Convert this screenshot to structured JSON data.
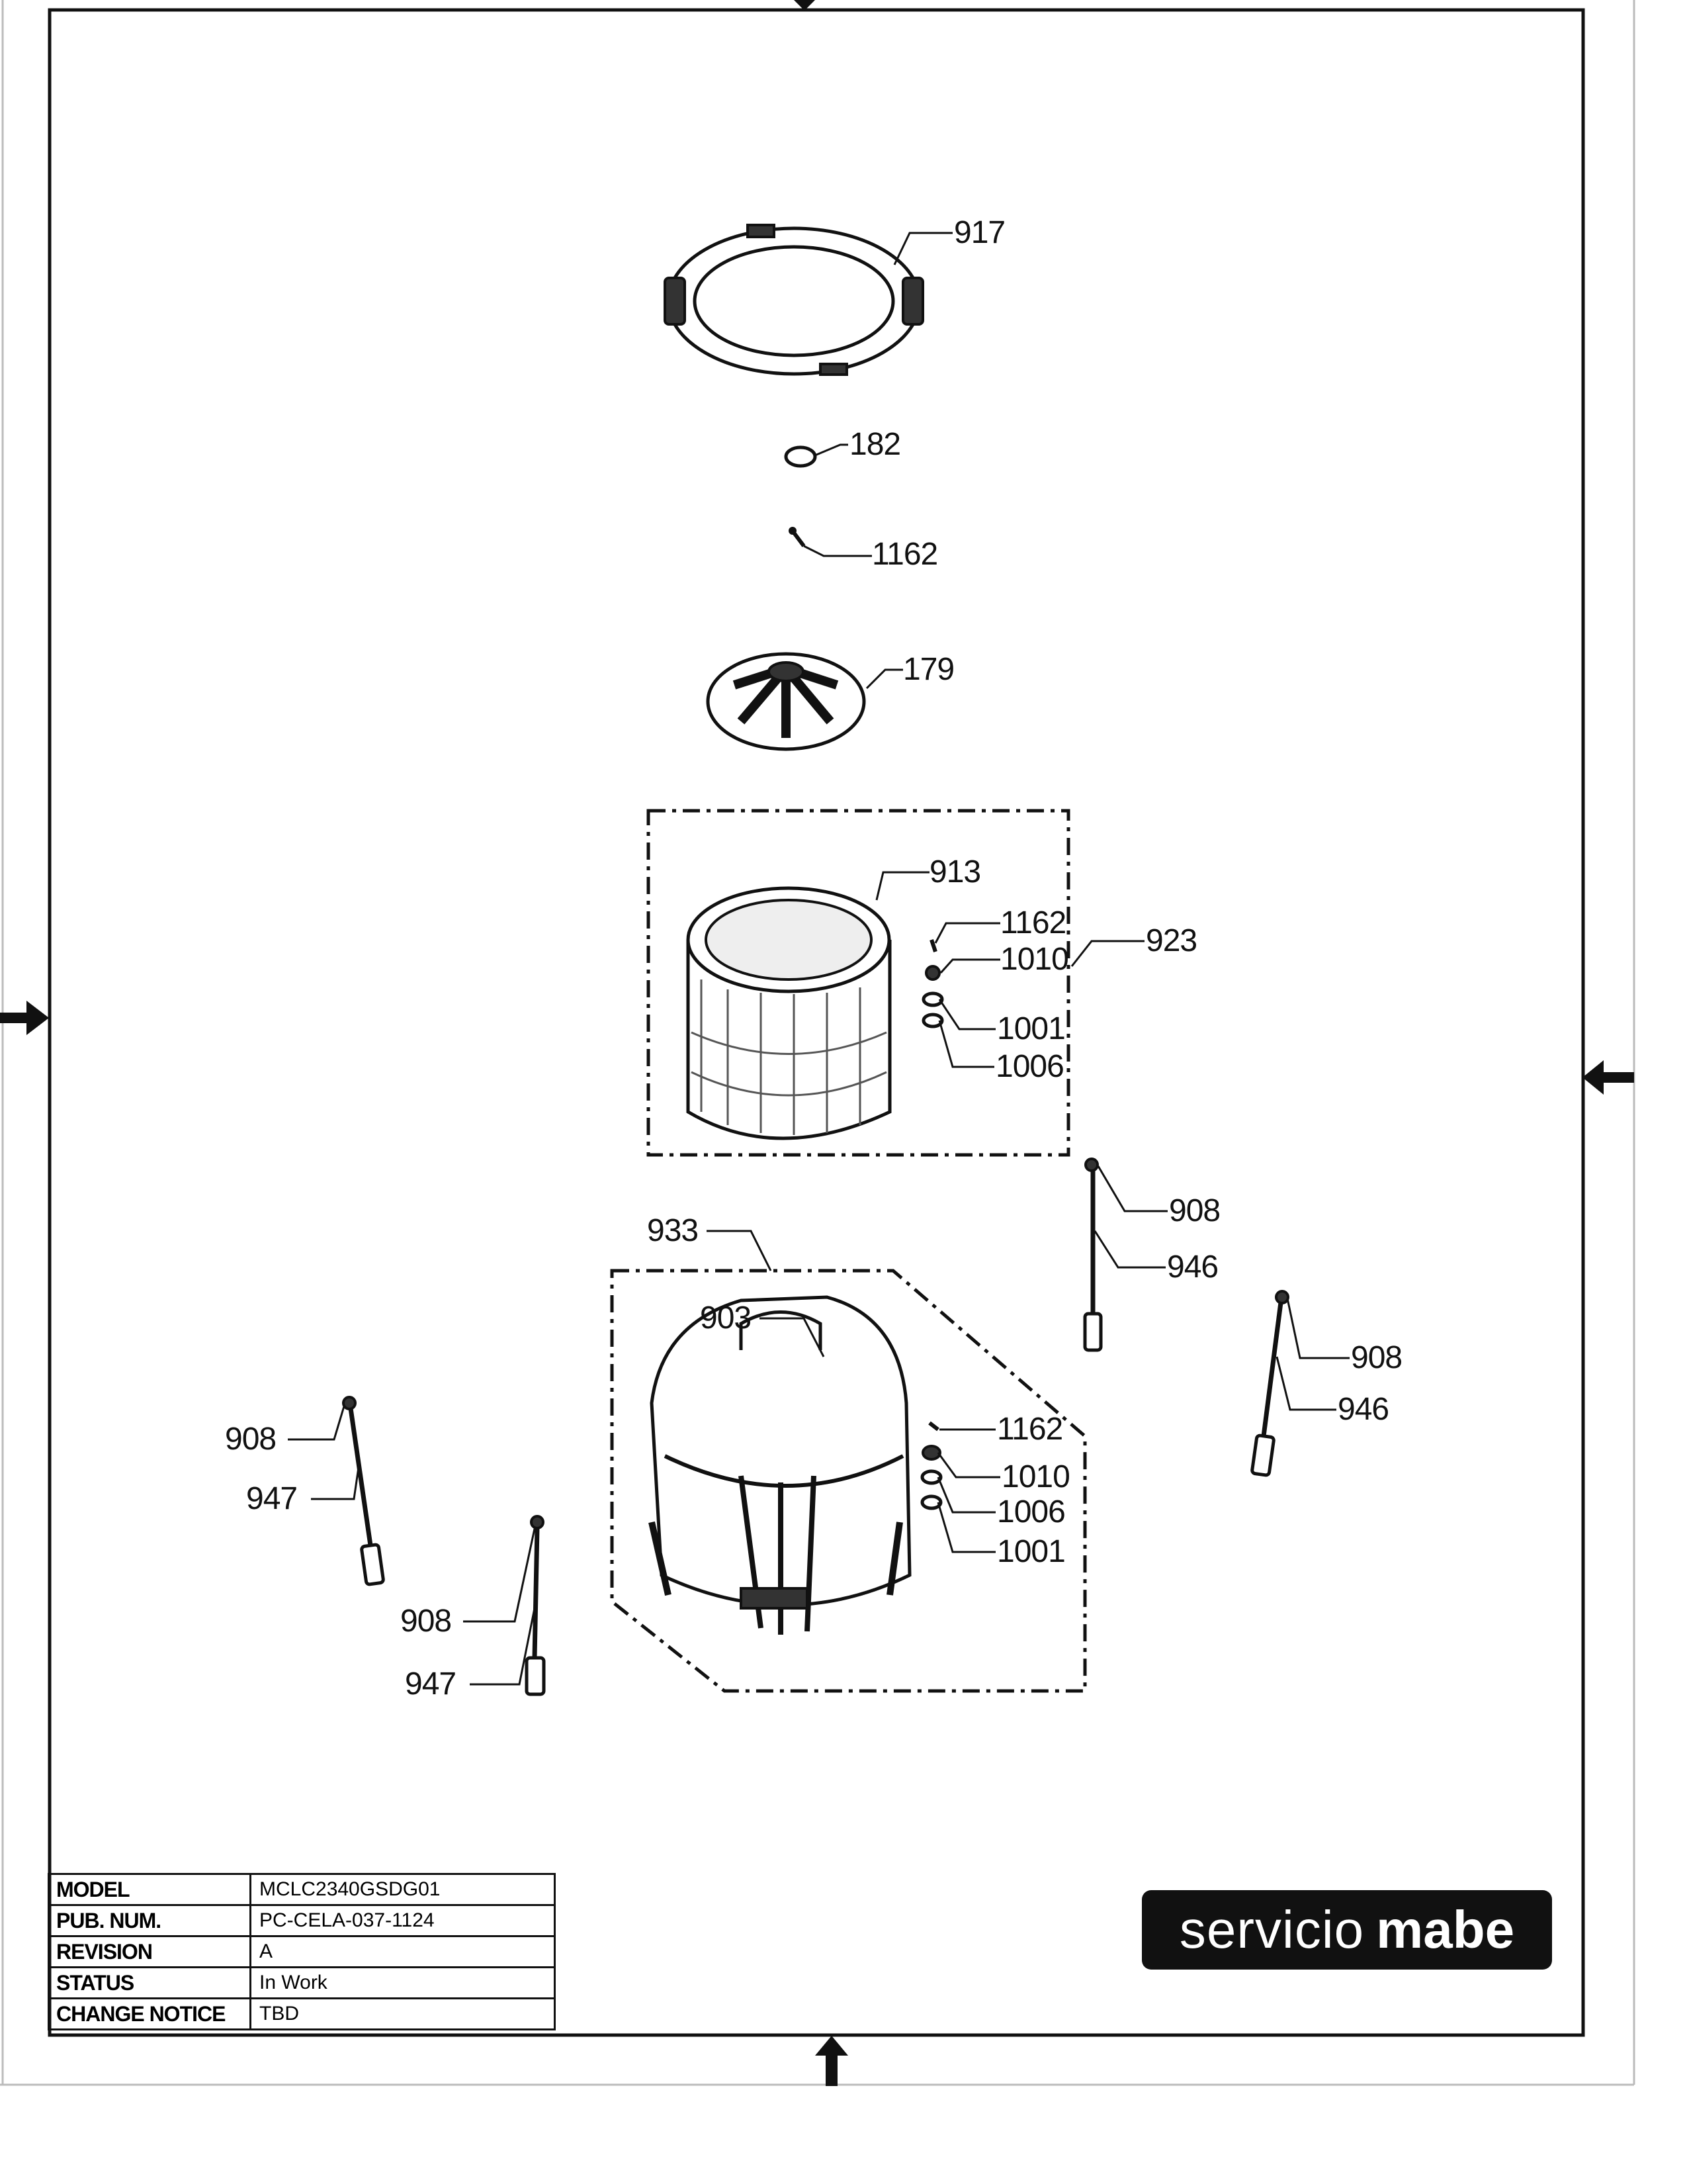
{
  "callouts": {
    "c917": "917",
    "c182": "182",
    "c1162a": "1162",
    "c179": "179",
    "c913": "913",
    "c1162b": "1162",
    "c1010a": "1010",
    "c923": "923",
    "c1001a": "1001",
    "c1006a": "1006",
    "c908a": "908",
    "c946a": "946",
    "c933": "933",
    "c903": "903",
    "c908b": "908",
    "c946b": "946",
    "c1162c": "1162",
    "c1010b": "1010",
    "c1006b": "1006",
    "c1001b": "1001",
    "c908c": "908",
    "c947a": "947",
    "c908d": "908",
    "c947b": "947"
  },
  "title_block": {
    "rows": [
      {
        "key": "MODEL",
        "value": "MCLC2340GSDG01"
      },
      {
        "key": "PUB. NUM.",
        "value": "PC-CELA-037-1124"
      },
      {
        "key": "REVISION",
        "value": "A"
      },
      {
        "key": "STATUS",
        "value": "In Work"
      },
      {
        "key": "CHANGE NOTICE",
        "value": "TBD"
      }
    ]
  },
  "logo": {
    "word1": "servicio",
    "word2": "mabe"
  }
}
